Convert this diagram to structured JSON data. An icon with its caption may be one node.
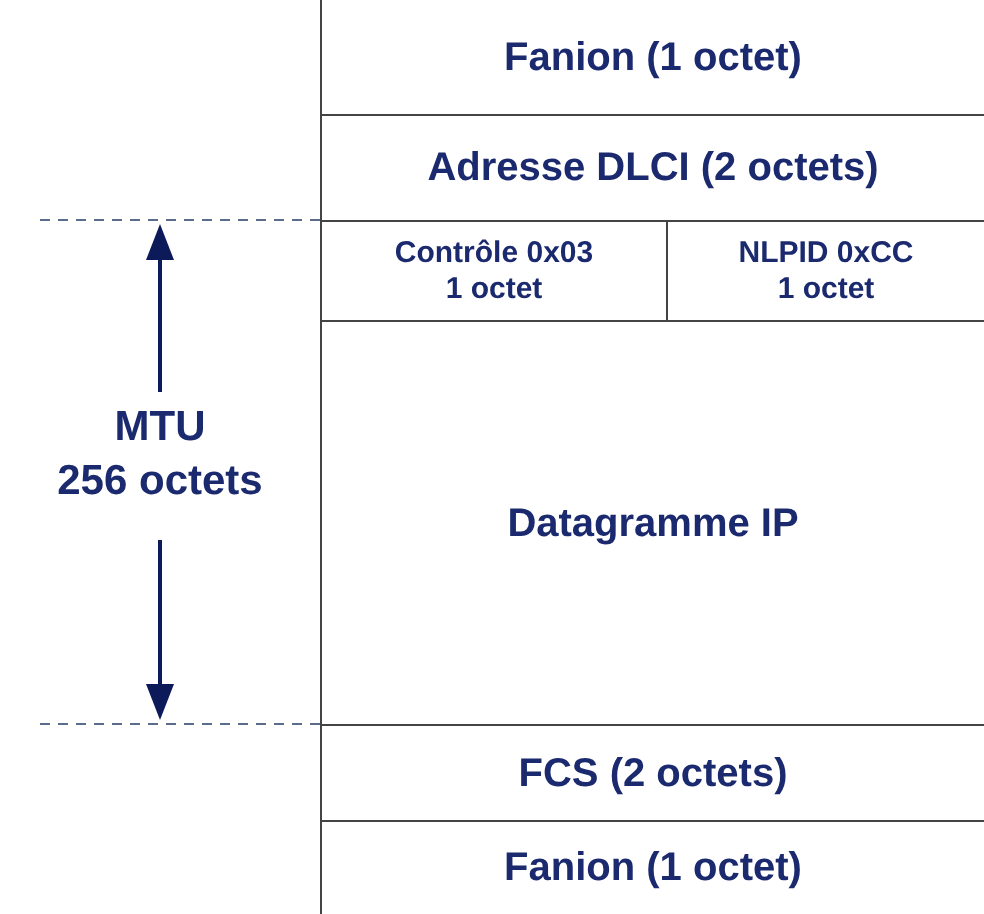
{
  "diagram": {
    "nodes": [
      {
        "text": [
          "Fanion (1 octet)"
        ]
      },
      {
        "text": [
          "Adresse DLCI (2 octets)"
        ]
      },
      {
        "text": [
          "Contrôle 0x03",
          "1 octet"
        ]
      },
      {
        "text": [
          "NLPID 0xCC",
          "1 octet"
        ]
      },
      {
        "text": [
          "Datagramme IP"
        ]
      },
      {
        "text": [
          "FCS (2 octets)"
        ]
      },
      {
        "text": [
          "Fanion (1 octet)"
        ]
      }
    ],
    "labels": [
      "MTU",
      "256 octets"
    ]
  }
}
